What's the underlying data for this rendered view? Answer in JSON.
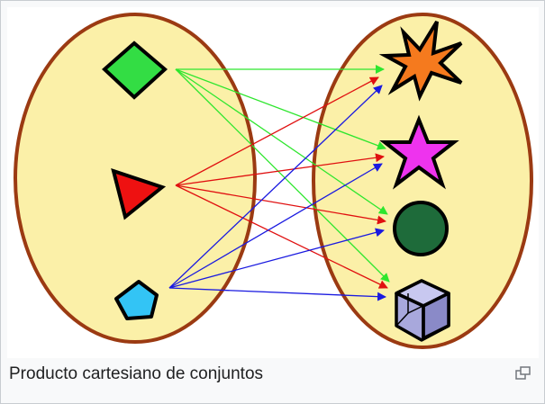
{
  "caption": {
    "text": "Producto cartesiano de conjuntos"
  },
  "icons": {
    "enlarge": "magnify-clip-icon"
  },
  "diagram": {
    "set_a": {
      "elements": [
        "green-diamond",
        "red-triangle",
        "blue-pentagon"
      ]
    },
    "set_b": {
      "elements": [
        "orange-star",
        "magenta-star",
        "green-circle",
        "purple-cube"
      ]
    },
    "arrow_colors": {
      "green-diamond": "#2ee62e",
      "red-triangle": "#e01010",
      "blue-pentagon": "#1a1ae0"
    },
    "colors": {
      "set_fill": "#fbf0a8",
      "set_stroke": "#9b3a12",
      "diamond": "#33dd44",
      "triangle": "#ee1111",
      "pentagon": "#33c4f5",
      "star8": "#f57a1e",
      "star5": "#ee33ee",
      "circle": "#1e6b3a",
      "cube": "#a8a8dc"
    }
  }
}
